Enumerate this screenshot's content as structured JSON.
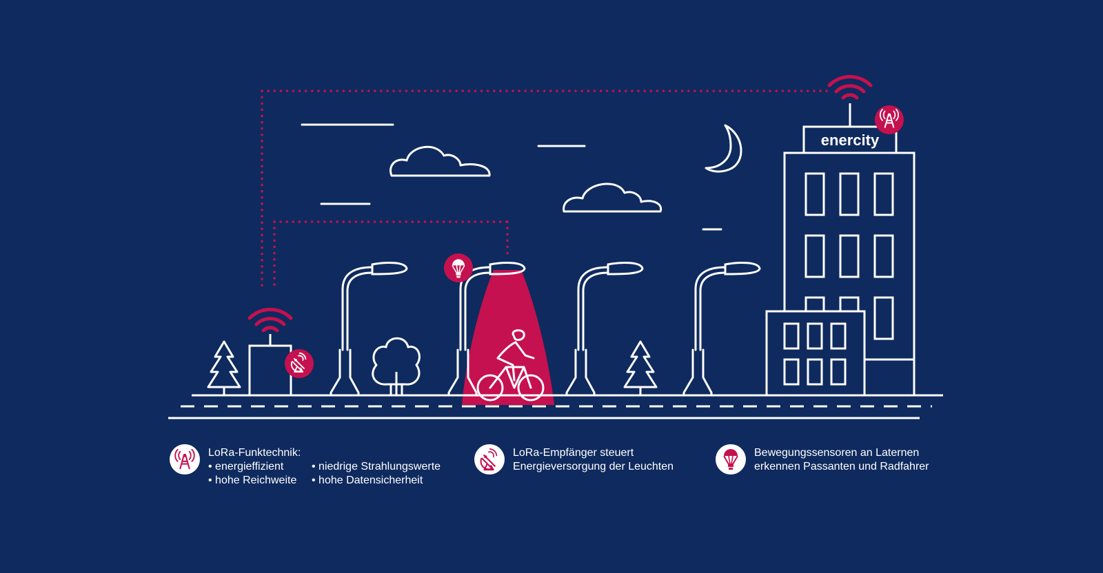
{
  "colors": {
    "background": "#0f2a5e",
    "line": "#ffffff",
    "accent": "#c5114f"
  },
  "scene": {
    "building_logo_text": "enercity",
    "cyclist_light": "highlighted",
    "icons": [
      "antenna-tower-icon",
      "satellite-dish-icon",
      "light-bulb-icon"
    ]
  },
  "legend": {
    "lora": {
      "icon": "antenna-tower-icon",
      "title": "LoRa-Funktechnik:",
      "bullets": [
        "• energieffizient",
        "• niedrige Strahlungswerte",
        "• hohe Reichweite",
        "• hohe Datensicherheit"
      ]
    },
    "receiver": {
      "icon": "satellite-dish-icon",
      "line1": "LoRa-Empfänger steuert",
      "line2": "Energieversorgung der Leuchten"
    },
    "sensor": {
      "icon": "light-bulb-icon",
      "line1": "Bewegungssensoren an Laternen",
      "line2": "erkennen Passanten und Radfahrer"
    }
  }
}
